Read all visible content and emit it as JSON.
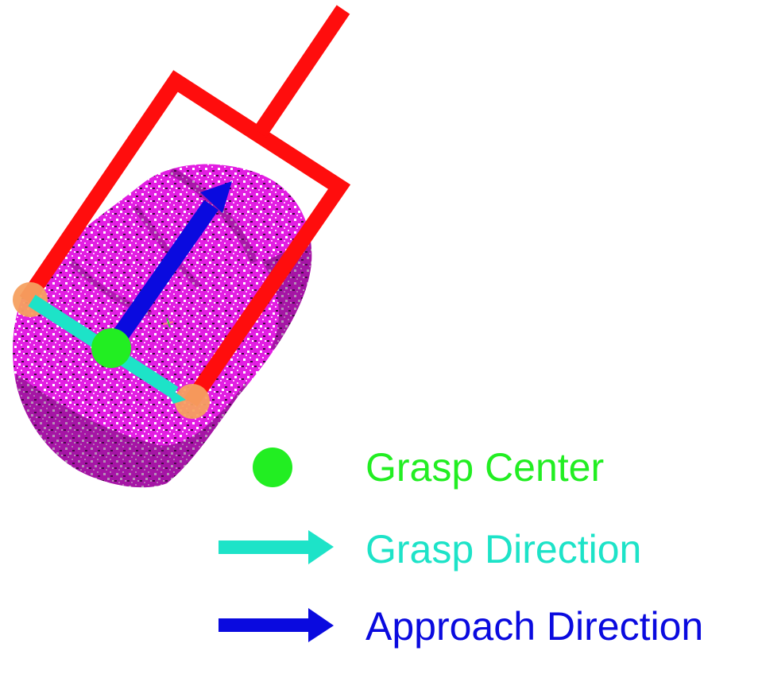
{
  "colors": {
    "point_cloud": "#e21ee2",
    "point_cloud_shadow": "#5a0a5a",
    "gripper": "#ff0d0d",
    "grasp_center": "#22ee22",
    "grasp_direction": "#1de3c8",
    "approach_direction": "#0a0adf",
    "contact_points": "#f5a060"
  },
  "icons": {
    "object": "point-cloud",
    "gripper": "parallel-jaw-gripper-icon",
    "contact": "contact-point-icon"
  },
  "legend": [
    {
      "label": "Grasp Center",
      "color": "#22ee22",
      "symbol": "dot"
    },
    {
      "label": "Grasp Direction",
      "color": "#1de3c8",
      "symbol": "arrow"
    },
    {
      "label": "Approach Direction",
      "color": "#0a0adf",
      "symbol": "arrow"
    }
  ]
}
